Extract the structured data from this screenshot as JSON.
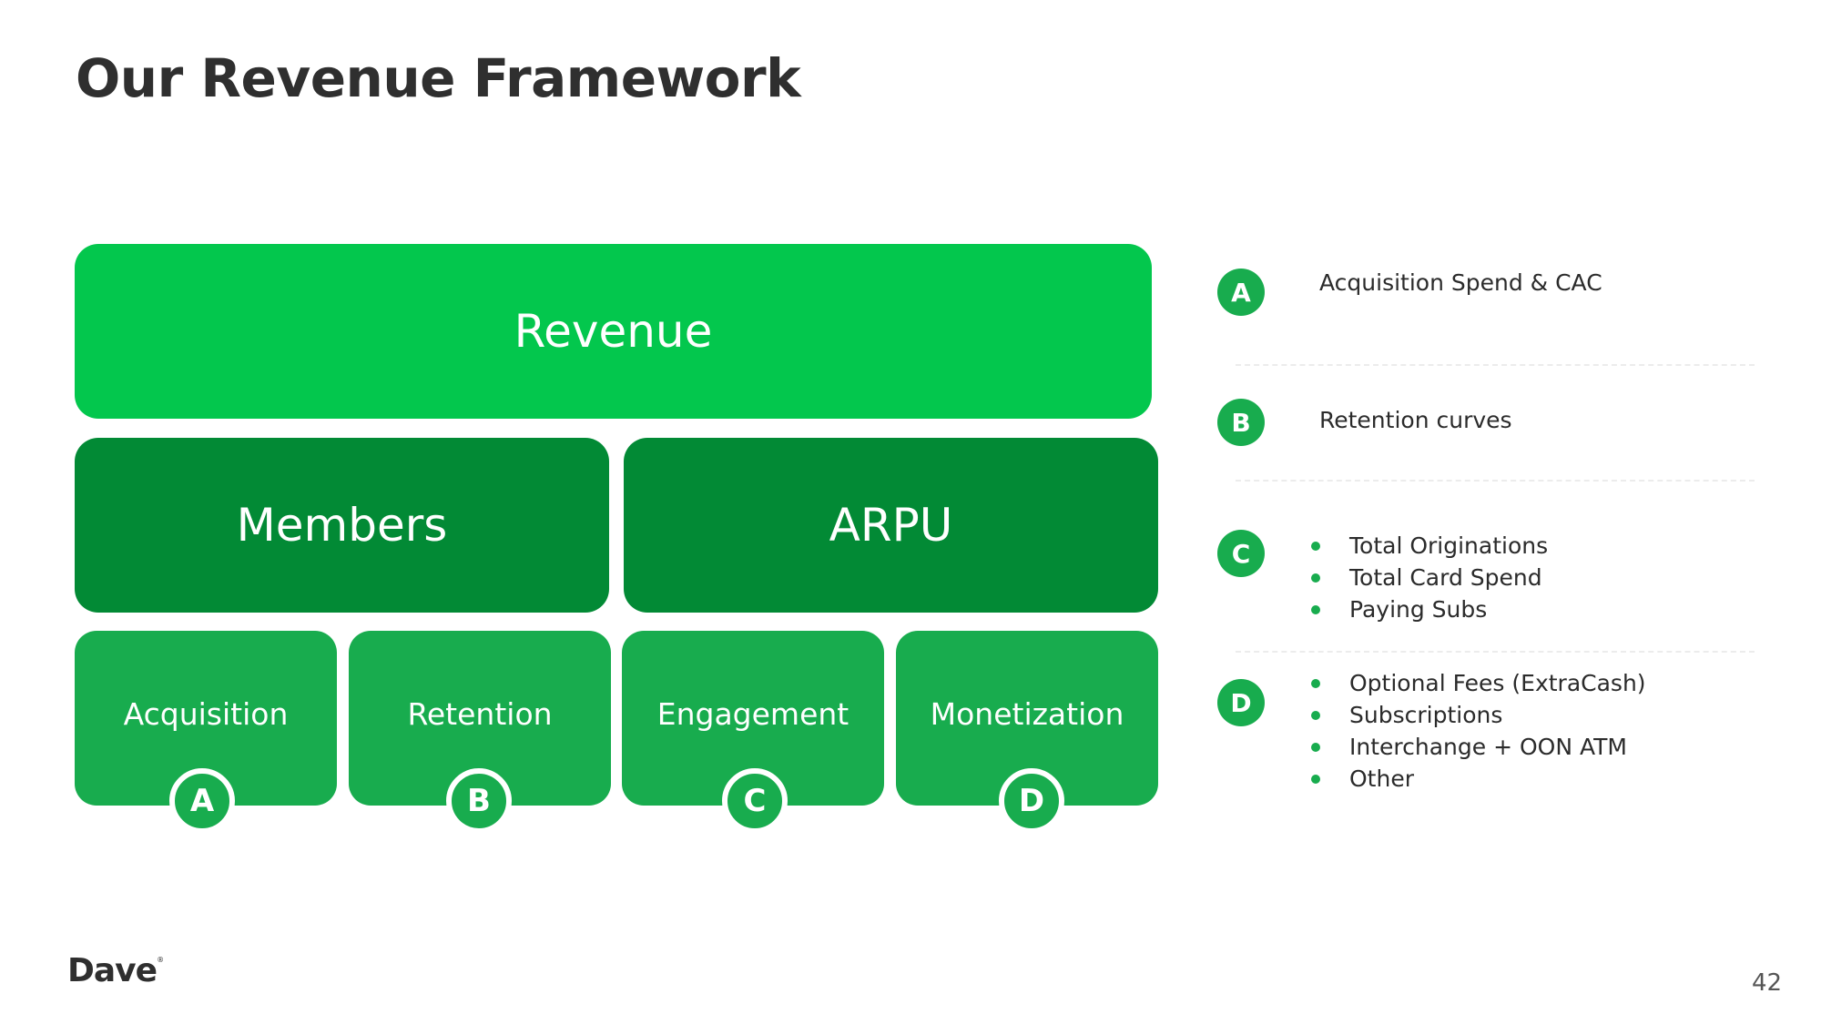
{
  "title": "Our Revenue Framework",
  "diagram": {
    "revenue": "Revenue",
    "members": "Members",
    "arpu": "ARPU",
    "drivers": [
      {
        "label": "Acquisition",
        "badge": "A"
      },
      {
        "label": "Retention",
        "badge": "B"
      },
      {
        "label": "Engagement",
        "badge": "C"
      },
      {
        "label": "Monetization",
        "badge": "D"
      }
    ]
  },
  "legend": {
    "a": {
      "badge": "A",
      "text": "Acquisition Spend & CAC"
    },
    "b": {
      "badge": "B",
      "text": "Retention curves"
    },
    "c": {
      "badge": "C",
      "items": [
        "Total Originations",
        "Total Card Spend",
        "Paying Subs"
      ]
    },
    "d": {
      "badge": "D",
      "items": [
        "Optional Fees (ExtraCash)",
        "Subscriptions",
        "Interchange + OON ATM",
        "Other"
      ]
    }
  },
  "footer": {
    "logo": "Dave",
    "logo_mark": "®",
    "page_number": "42"
  },
  "colors": {
    "revenue_green": "#03c74d",
    "dark_green": "#028a35",
    "mid_green": "#18ac4e",
    "title_text": "#2f2f2f"
  }
}
